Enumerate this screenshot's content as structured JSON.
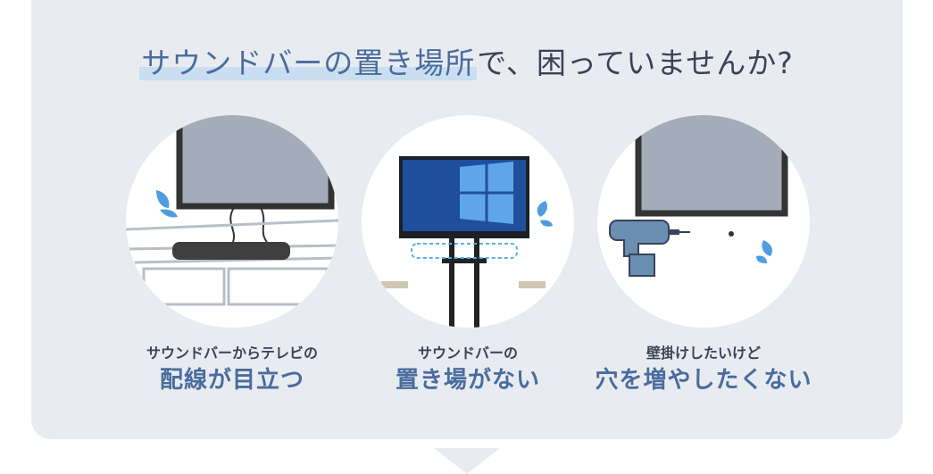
{
  "headline": {
    "accent": "サウンドバーの置き場所",
    "rest": "で、困っていませんか?"
  },
  "items": [
    {
      "small": "サウンドバーからテレビの",
      "big": "配線が目立つ"
    },
    {
      "small": "サウンドバーの",
      "big": "置き場がない"
    },
    {
      "small": "壁掛けしたいけど",
      "big": "穴を増やしたくない"
    }
  ],
  "colors": {
    "panel_bg": "#e8ecf1",
    "accent_text": "#4a6c9e",
    "sweat_drop": "#4f9de0",
    "dashed_outline": "#5aaee8"
  },
  "icons": [
    "sweat-drop-icon",
    "drill-icon",
    "down-arrow-icon"
  ]
}
